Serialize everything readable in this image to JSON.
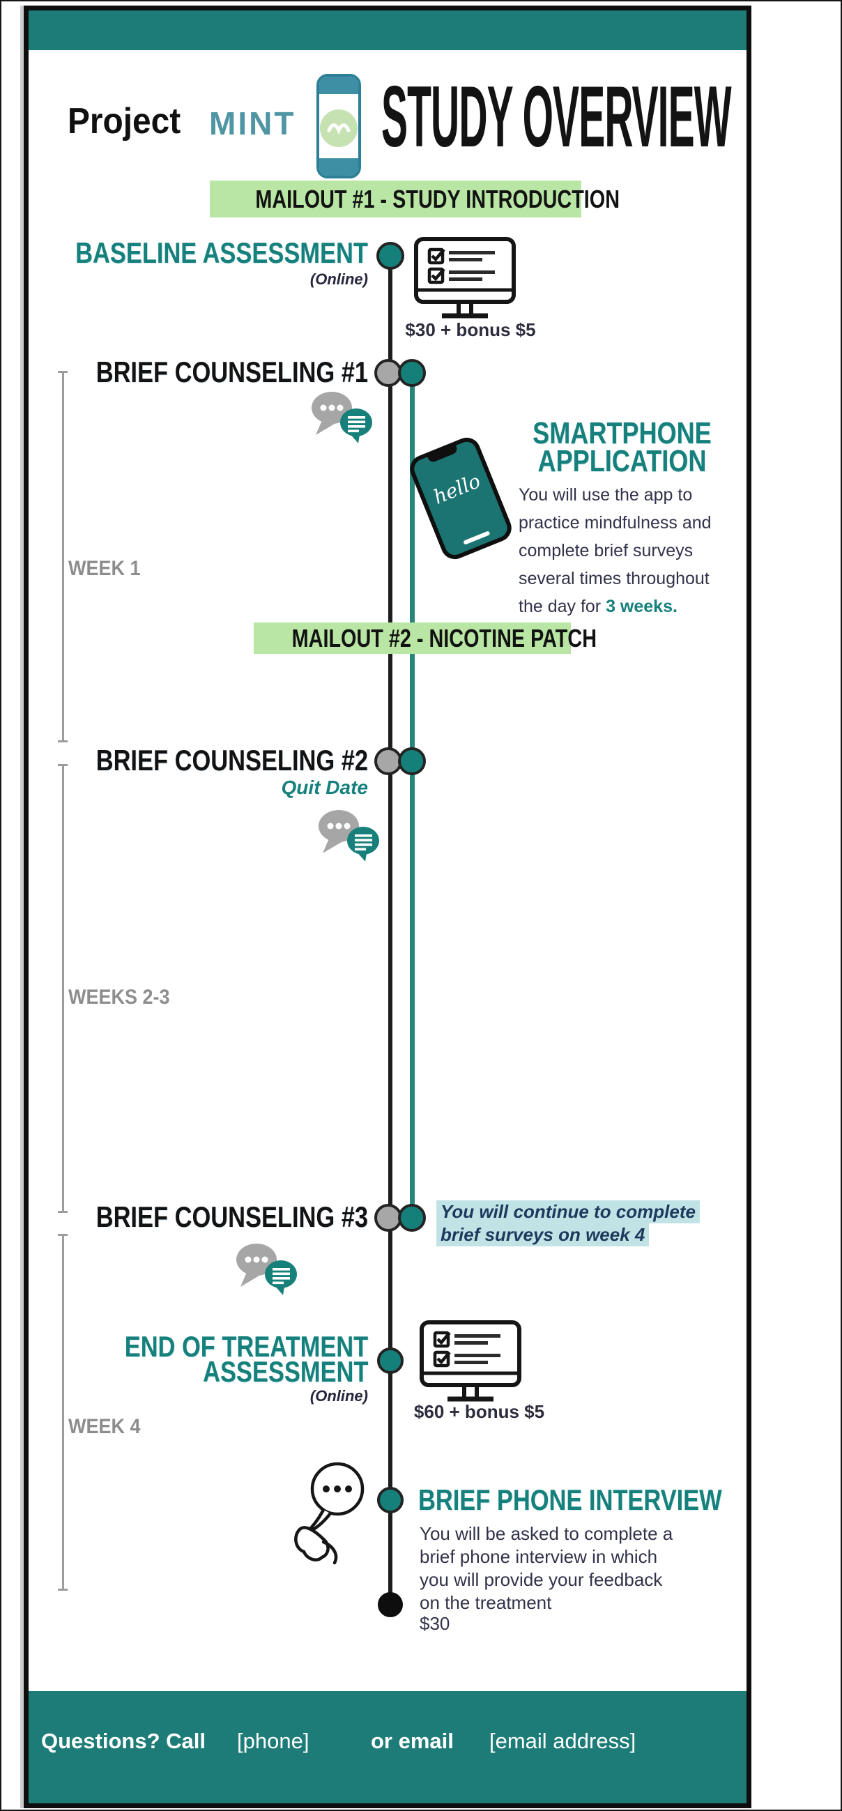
{
  "header": {
    "project": "Project",
    "mint": "MINT",
    "title": "STUDY OVERVIEW"
  },
  "banners": {
    "mailout1": "MAILOUT #1 - STUDY INTRODUCTION",
    "mailout2": "MAILOUT #2 - NICOTINE PATCH"
  },
  "events": {
    "baseline": {
      "title": "BASELINE ASSESSMENT",
      "mode": "(Online)",
      "reward": "$30 + bonus $5"
    },
    "counseling1": {
      "title": "BRIEF COUNSELING #1"
    },
    "counseling2": {
      "title": "BRIEF COUNSELING #2",
      "subtitle": "Quit Date"
    },
    "counseling3": {
      "title": "BRIEF COUNSELING #3",
      "note_line1": "You will continue to complete",
      "note_line2": "brief surveys on week 4"
    },
    "end_of_treatment": {
      "title_line1": "END OF TREATMENT",
      "title_line2": "ASSESSMENT",
      "mode": "(Online)",
      "reward": "$60 + bonus $5"
    },
    "phone_interview": {
      "title": "BRIEF PHONE INTERVIEW",
      "body_lines": [
        "You will be asked to complete a",
        "brief phone interview in which",
        "you will provide your feedback",
        "on the treatment"
      ],
      "reward": "$30"
    }
  },
  "smartphone_app": {
    "title_line1": "SMARTPHONE",
    "title_line2": "APPLICATION",
    "body_lines": [
      "You will use the app to",
      "practice mindfulness and",
      "complete brief surveys",
      "several times throughout"
    ],
    "last_line_prefix": "the day for ",
    "last_line_accent": "3 weeks.",
    "phone_screen_text": "hello"
  },
  "weeks": [
    {
      "label": "WEEK 1"
    },
    {
      "label": "WEEKS 2-3"
    },
    {
      "label": "WEEK 4"
    }
  ],
  "footer": {
    "call_label": "Questions? Call",
    "phone": "[phone]",
    "email_label": "or email",
    "email": "[email address]"
  },
  "colors": {
    "band_teal": "#1e7c78",
    "heading_teal": "#15807c",
    "mint_blue": "#4f95a4",
    "banner_green": "#b9e6a4",
    "note_highlight": "#c2e3e5",
    "week_gray": "#8d8d8d",
    "dot_gray": "#a7a7a7",
    "timeline_black": "#1e1e1e",
    "timeline_teal": "#27857c"
  }
}
